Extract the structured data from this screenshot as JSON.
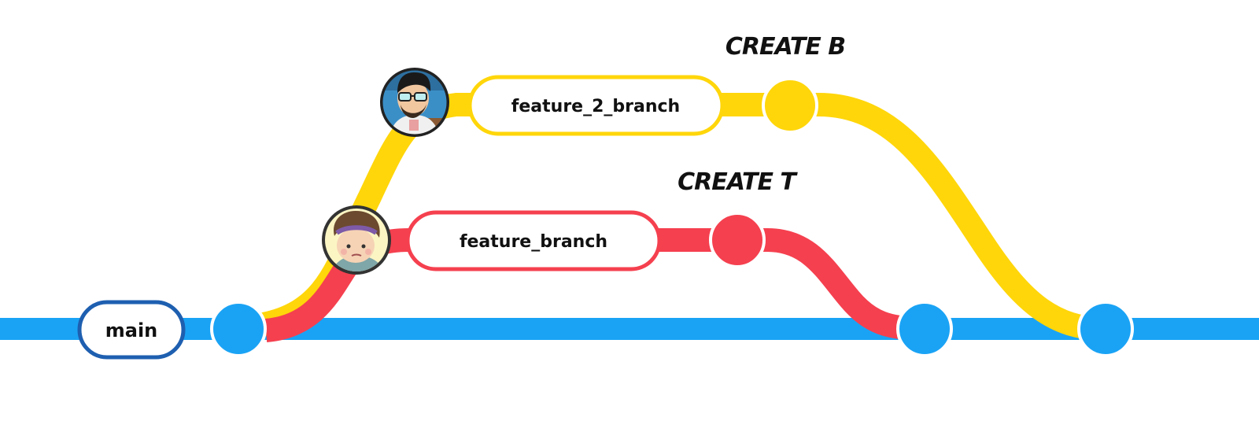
{
  "colors": {
    "main": "#1aa3f5",
    "main_label_border": "#1e5fb0",
    "feature_2": "#ffd60a",
    "feature": "#f5404f",
    "background": "#ffffff",
    "text": "#111111"
  },
  "branches": {
    "main": {
      "label": "main"
    },
    "feature_2": {
      "label": "feature_2_branch",
      "commit_title": "CREATE B",
      "author_icon": "developer-avatar-glasses"
    },
    "feature": {
      "label": "feature_branch",
      "commit_title": "CREATE T",
      "author_icon": "developer-avatar-headband"
    }
  }
}
